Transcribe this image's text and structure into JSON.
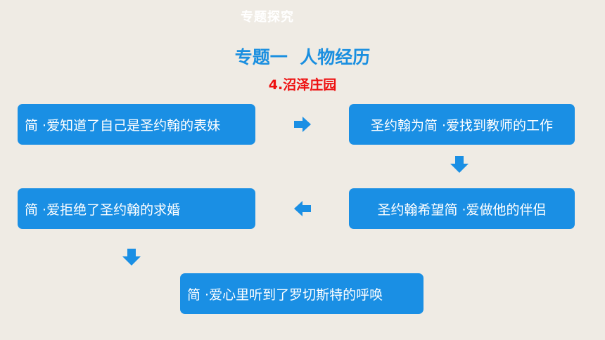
{
  "header": {
    "label": "专题探究"
  },
  "title": {
    "main": "专题一  人物经历",
    "sub": "4.沼泽庄园"
  },
  "flow": {
    "steps": [
      "简 ·爱知道了自己是圣约翰的表妹",
      "圣约翰为简 ·爱找到教师的工作",
      "圣约翰希望简 ·爱做他的伴侣",
      "简 ·爱拒绝了圣约翰的求婚",
      "简 ·爱心里听到了罗切斯特的呼唤"
    ]
  },
  "colors": {
    "background": "#efebe4",
    "box": "#1a8fe4",
    "title": "#1a8fe0",
    "subtitle": "#ee1111",
    "arrow": "#1a8fe4"
  }
}
